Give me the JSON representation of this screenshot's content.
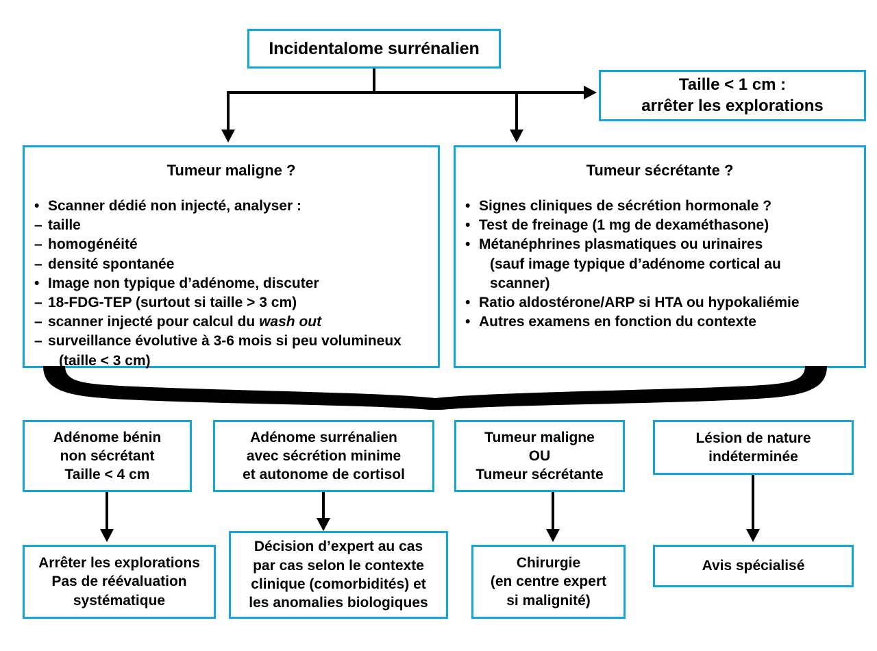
{
  "diagram": {
    "title": "Incidentalome surrénalien — arbre décisionnel",
    "accent_color": "#13a5dd",
    "line_color": "#000000",
    "background_color": "#ffffff"
  },
  "root": {
    "label": "Incidentalome surrénalien"
  },
  "size_shortcut": {
    "line1": "Taille < 1 cm :",
    "line2": "arrêter les explorations"
  },
  "panels": {
    "malignancy": {
      "header": "Tumeur maligne ?",
      "items": [
        {
          "marker": "•",
          "text": "Scanner dédié non injecté, analyser :",
          "continuation": false
        },
        {
          "marker": "–",
          "text": "taille",
          "continuation": false
        },
        {
          "marker": "–",
          "text": "homogénéité",
          "continuation": false
        },
        {
          "marker": "–",
          "text": "densité spontanée",
          "continuation": false
        },
        {
          "marker": "•",
          "text": "Image non typique d’adénome, discuter",
          "continuation": false
        },
        {
          "marker": "–",
          "text": "18-FDG-TEP (surtout si taille > 3 cm)",
          "continuation": false
        },
        {
          "marker": "–",
          "text": "scanner injecté pour calcul du ",
          "italic_text": "wash out",
          "continuation": false
        },
        {
          "marker": "–",
          "text": "surveillance évolutive à 3-6 mois si peu volumineux",
          "continuation": false
        },
        {
          "marker": "",
          "text": "(taille < 3 cm)",
          "continuation": true
        }
      ]
    },
    "secretion": {
      "header": "Tumeur sécrétante ?",
      "items": [
        {
          "marker": "•",
          "text": "Signes cliniques de sécrétion hormonale ?",
          "continuation": false
        },
        {
          "marker": "•",
          "text": "Test de freinage (1 mg de dexaméthasone)",
          "continuation": false
        },
        {
          "marker": "•",
          "text": "Métanéphrines plasmatiques ou urinaires",
          "continuation": false
        },
        {
          "marker": "",
          "text": "(sauf image typique d’adénome cortical au",
          "continuation": true
        },
        {
          "marker": "",
          "text": "scanner)",
          "continuation": true
        },
        {
          "marker": "•",
          "text": "Ratio aldostérone/ARP si HTA ou hypokaliémie",
          "continuation": false
        },
        {
          "marker": "•",
          "text": "Autres examens en fonction du contexte",
          "continuation": false
        }
      ]
    }
  },
  "outcomes": [
    {
      "id": "benign-adenoma",
      "label": "Adénome bénin\nnon sécrétant\nTaille < 4 cm",
      "action": "Arrêter les explorations\nPas de réévaluation\nsystématique"
    },
    {
      "id": "mild-autonomous-cortisol",
      "label": "Adénome surrénalien\navec sécrétion minime\net autonome de cortisol",
      "action": "Décision d’expert au cas\npar cas selon le contexte\nclinique (comorbidités) et\nles anomalies biologiques"
    },
    {
      "id": "malignant-or-secreting",
      "label": "Tumeur maligne\nOU\nTumeur sécrétante",
      "action": "Chirurgie\n(en centre expert\nsi malignité)"
    },
    {
      "id": "indeterminate-lesion",
      "label": "Lésion de nature\nindéterminée",
      "action": "Avis spécialisé"
    }
  ]
}
